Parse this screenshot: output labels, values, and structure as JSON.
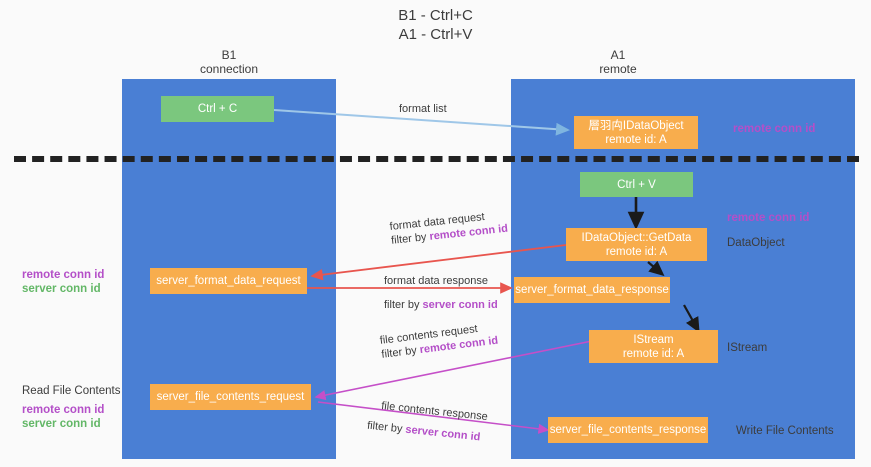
{
  "title": {
    "line1": "B1 - Ctrl+C",
    "line2": "A1 - Ctrl+V"
  },
  "lanes": [
    {
      "id": "b1",
      "name": "B1",
      "role": "connection"
    },
    {
      "id": "a1",
      "name": "A1",
      "role": "remote"
    }
  ],
  "nodes": {
    "ctrl_c": {
      "label": "Ctrl + C"
    },
    "ctrl_v": {
      "label": "Ctrl + V"
    },
    "idataobject": {
      "line1": "層⽻⽱IDataObject",
      "line2": "remote id: A"
    },
    "getdata": {
      "line1": "IDataObject::GetData",
      "line2": "remote id: A"
    },
    "istream": {
      "line1": "IStream",
      "line2": "remote id: A"
    },
    "server_format_data_request": {
      "label": "server_format_data_request"
    },
    "server_format_data_response": {
      "label": "server_format_data_response"
    },
    "server_file_contents_request": {
      "label": "server_file_contents_request"
    },
    "server_file_contents_response": {
      "label": "server_file_contents_response"
    }
  },
  "edges": {
    "format_list": {
      "line1": "format list"
    },
    "format_data_request": {
      "line1": "format data request",
      "line2_prefix": "filter by ",
      "line2_key": "remote conn id"
    },
    "format_data_response": {
      "line1": "format data response",
      "line2_prefix": "filter by ",
      "line2_key": "server conn id"
    },
    "file_contents_request": {
      "line1": "file contents request",
      "line2_prefix": "filter by ",
      "line2_key": "remote conn id"
    },
    "file_contents_response": {
      "line1": "file contents response",
      "line2_prefix": "filter by ",
      "line2_key": "server conn id"
    }
  },
  "annotations": {
    "right_top_remote_conn_id": "remote conn id",
    "right_mid_remote_conn_id": "remote conn id",
    "right_dataobject": "DataObject",
    "right_istream": "IStream",
    "right_write_file_contents": "Write File Contents",
    "left_remote_conn_id_1": "remote conn id",
    "left_server_conn_id_1": "server conn id",
    "left_read_file_contents": "Read File Contents",
    "left_remote_conn_id_2": "remote conn id",
    "left_server_conn_id_2": "server conn id"
  },
  "colors": {
    "lane": "#4a7fd4",
    "green_node": "#7bc77e",
    "orange_node": "#f8ad4d",
    "purple_text": "#b44fc8",
    "green_text": "#63b767",
    "red_arrow": "#e8554e",
    "magenta_arrow": "#c54fc8",
    "blue_arrow": "#9fc7e8",
    "dark_arrow": "#1a1a1a"
  }
}
